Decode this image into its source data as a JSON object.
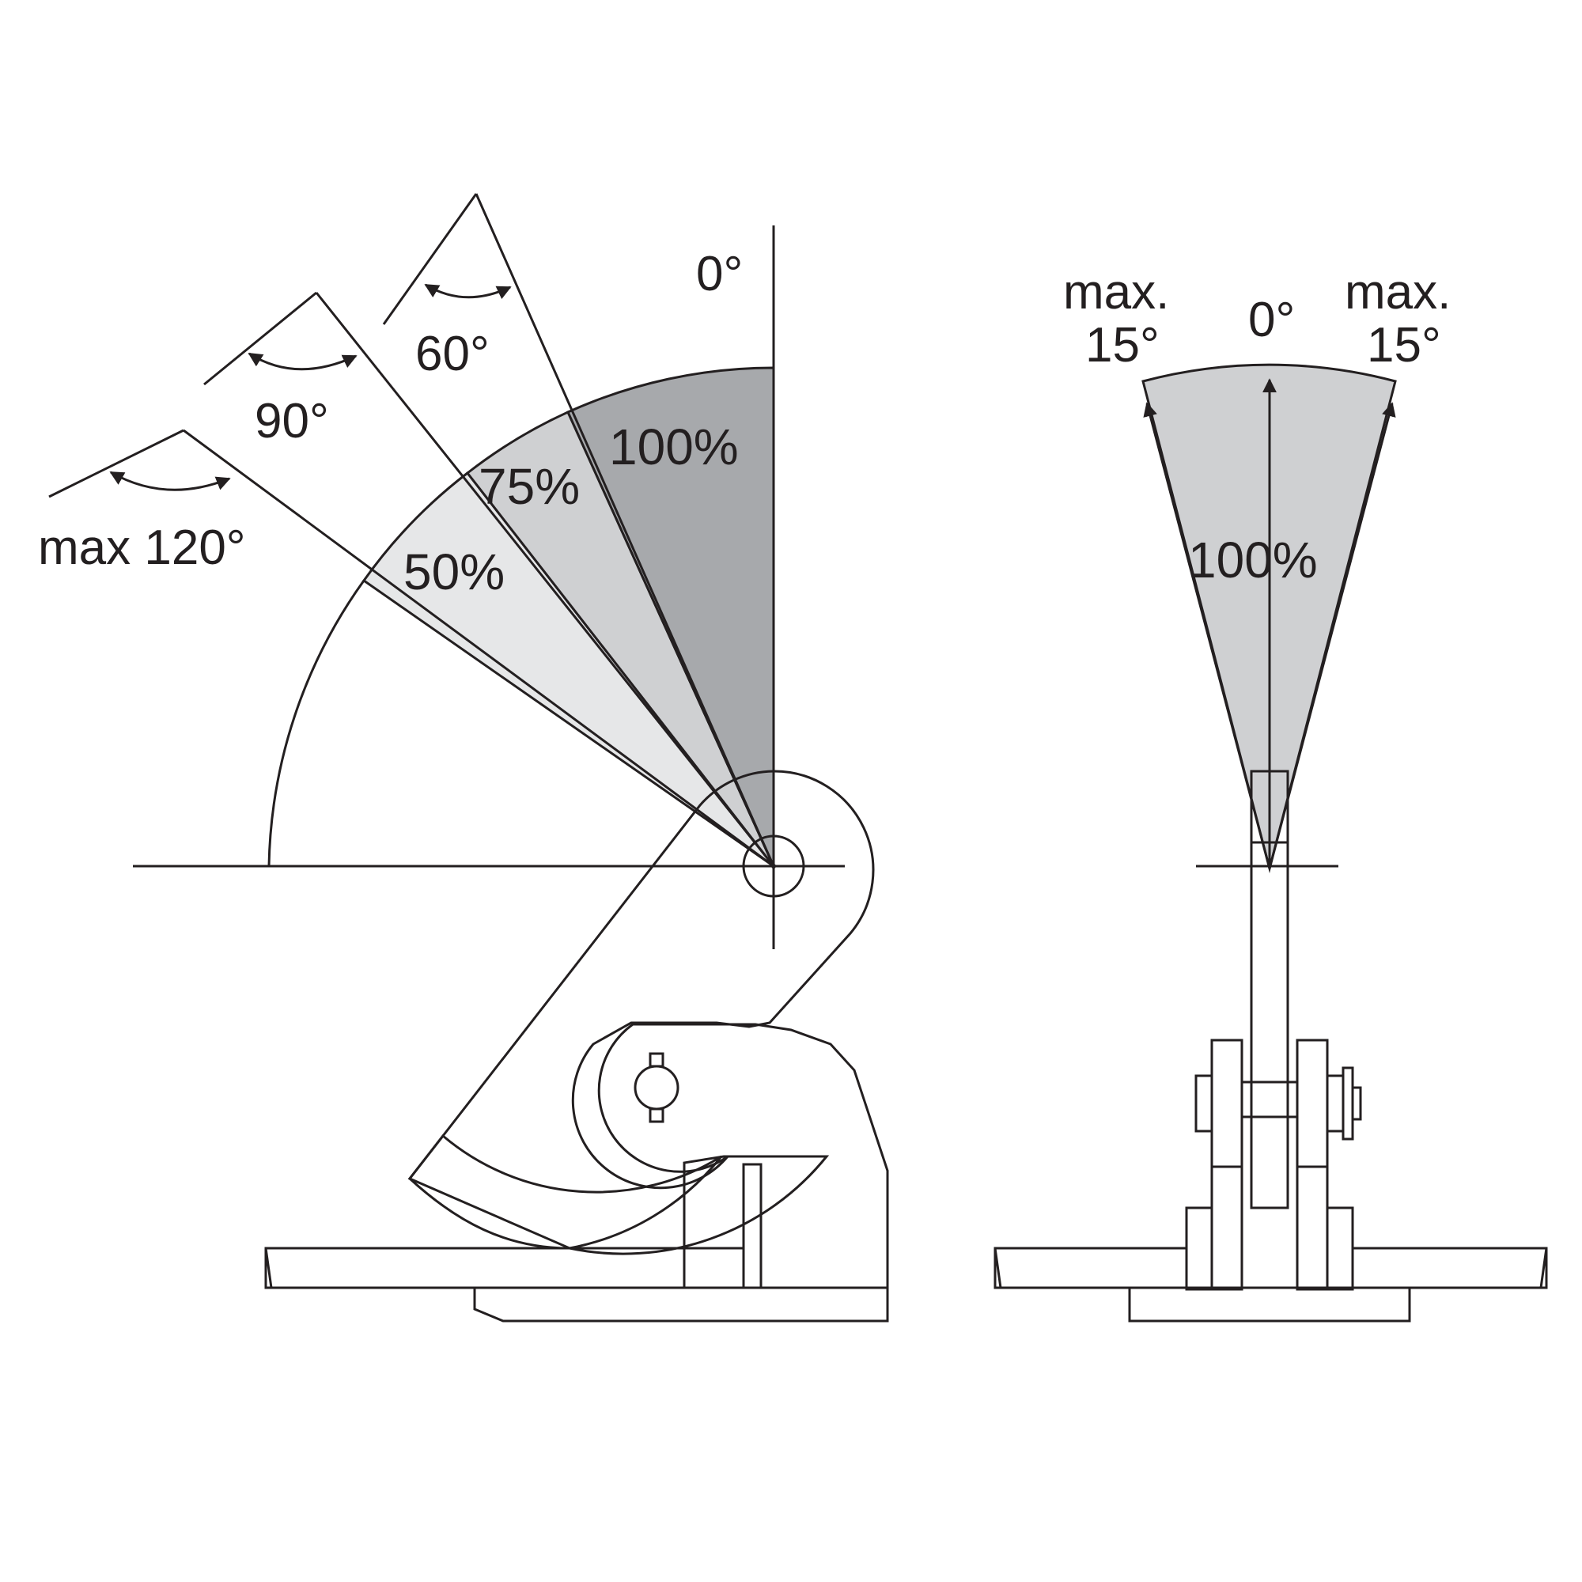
{
  "side_view": {
    "angle_0": "0°",
    "angle_60": "60°",
    "angle_90": "90°",
    "angle_120": "max 120°",
    "zone_100": "100%",
    "zone_75": "75%",
    "zone_50": "50%"
  },
  "front_view": {
    "left_max": "max.",
    "left_deg": "15°",
    "center_deg": "0°",
    "right_max": "max.",
    "right_deg": "15°",
    "zone_100": "100%"
  },
  "colors": {
    "line": "#231f20",
    "zone_100": "#a7a9ac",
    "zone_75": "#cfd0d2",
    "zone_50": "#e6e7e8",
    "front_zone": "#cfd0d2"
  }
}
